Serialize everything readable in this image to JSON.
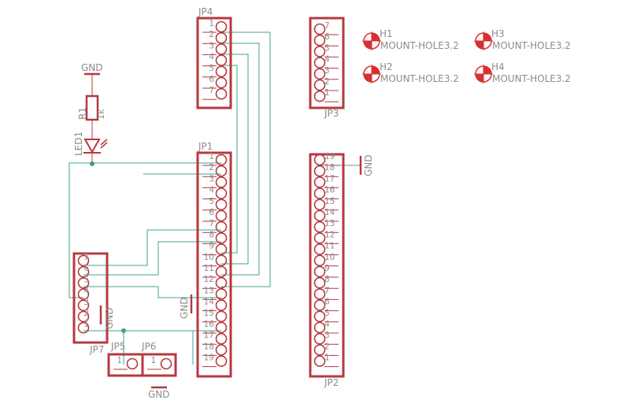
{
  "colors": {
    "part": "#b7393f",
    "wire": "#3ea58b",
    "text": "#8c8c8c",
    "hole": "#d83030"
  },
  "headers": [
    {
      "id": "jp4",
      "name": "JP4",
      "pins": 7,
      "side": "right",
      "order": "asc"
    },
    {
      "id": "jp1",
      "name": "JP1",
      "pins": 19,
      "side": "right",
      "order": "asc"
    },
    {
      "id": "jp3",
      "name": "JP3",
      "pins": 7,
      "side": "left",
      "order": "desc"
    },
    {
      "id": "jp2",
      "name": "JP2",
      "pins": 19,
      "side": "left",
      "order": "desc"
    },
    {
      "id": "jp7",
      "name": "JP7",
      "pins": 7,
      "side": "right",
      "order": "desc"
    },
    {
      "id": "jp5",
      "name": "JP5",
      "pins": 1,
      "side": "right",
      "order": "asc"
    },
    {
      "id": "jp6",
      "name": "JP6",
      "pins": 1,
      "side": "right",
      "order": "asc"
    }
  ],
  "mount_holes": [
    {
      "name": "H1",
      "value": "MOUNT-HOLE3.2"
    },
    {
      "name": "H2",
      "value": "MOUNT-HOLE3.2"
    },
    {
      "name": "H3",
      "value": "MOUNT-HOLE3.2"
    },
    {
      "name": "H4",
      "value": "MOUNT-HOLE3.2"
    }
  ],
  "resistor": {
    "name": "R1",
    "value": "1k"
  },
  "led": {
    "name": "LED1"
  },
  "gnd_labels": [
    "GND",
    "GND",
    "GND",
    "GND",
    "GND"
  ]
}
